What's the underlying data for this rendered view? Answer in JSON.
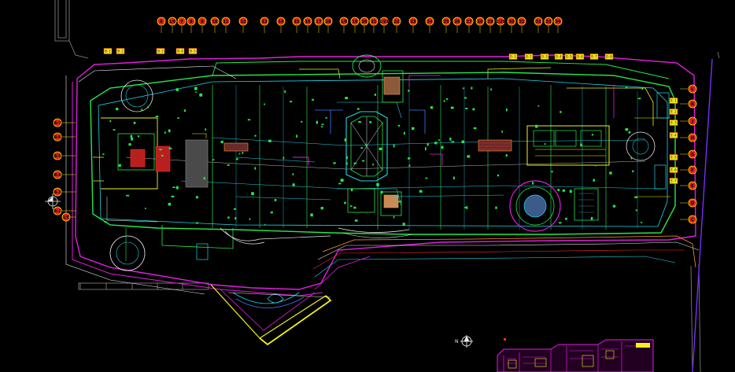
{
  "canvas": {
    "background": "#000000"
  },
  "colors": {
    "green": "#27e84a",
    "cyan": "#22d3e6",
    "white": "#e8e8e8",
    "magenta": "#e21ee0",
    "yellow": "#f4f21b",
    "red": "#ff2b2b",
    "blue": "#3c7bff",
    "orange": "#ff9b30",
    "purple": "#7b2cff",
    "gray": "#8a8a8a",
    "bubble_fill": "#e0201a",
    "bubble_stroke": "#ffe600",
    "tag_fill": "#f2ec1a"
  },
  "grid_top": [
    "6",
    "1/6",
    "7",
    "8",
    "9",
    "10",
    "11",
    "12",
    "13",
    "14",
    "15",
    "16",
    "17",
    "18",
    "1/8",
    "19",
    "20",
    "21",
    "1/21",
    "22",
    "23",
    "24",
    "25",
    "26",
    "27",
    "28",
    "29",
    "1/29",
    "30",
    "31",
    "32",
    "33",
    "34"
  ],
  "grid_right": [
    "L",
    "K",
    "J",
    "H",
    "G",
    "F",
    "E",
    "D",
    "C"
  ],
  "grid_left": [
    "B-7",
    "B-6",
    "B-5",
    "B-4",
    "B-3",
    "B-2",
    "1/C"
  ],
  "tags_top_left": [
    "B-1",
    "B-2",
    "B-3",
    "B-4",
    "B-5"
  ],
  "tags_top_right": [
    "D-1",
    "D-2",
    "D-3",
    "D-4",
    "D-5",
    "D-6",
    "D-7",
    "D-8"
  ],
  "tags_right": [
    "E-1",
    "E-2",
    "E-3",
    "E-4",
    "E-5",
    "E-6",
    "E-7"
  ],
  "icons": [
    "north-arrow-icon",
    "section-marker-icon"
  ]
}
